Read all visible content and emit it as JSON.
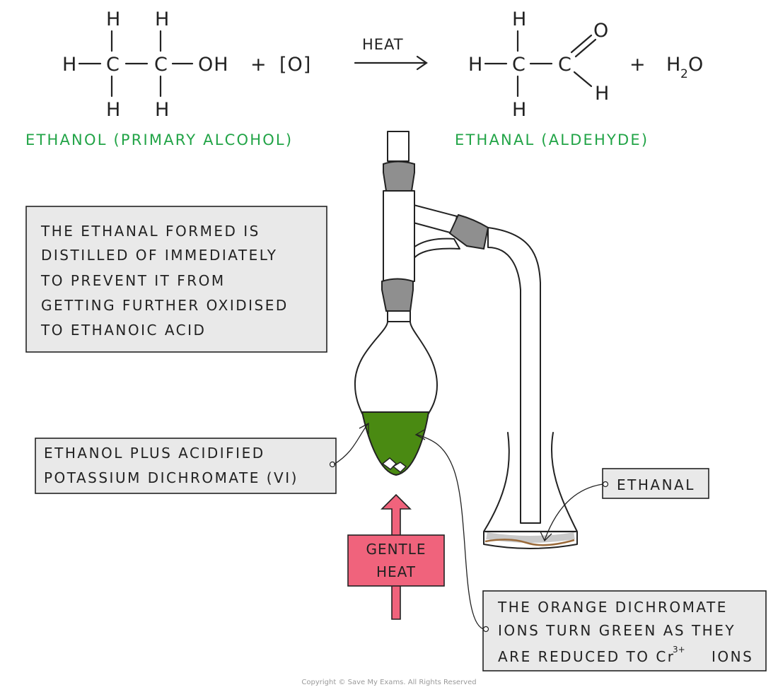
{
  "equation": {
    "h": "H",
    "c": "C",
    "oh": "OH",
    "o": "O",
    "plus": "+",
    "oxygen": "[O]",
    "arrow_label": "HEAT",
    "water_main": "H",
    "water_sub": "2",
    "water_o": "O",
    "reactant_name": "ETHANOL  (PRIMARY  ALCOHOL)",
    "product_name": "ETHANAL  (ALDEHYDE)"
  },
  "notes": {
    "distil_lines": [
      "THE  ETHANAL  FORMED  IS",
      "DISTILLED  OF  IMMEDIATELY",
      "TO  PREVENT  IT  FROM",
      "GETTING  FURTHER  OXIDISED",
      "TO  ETHANOIC  ACID"
    ],
    "mixture_lines": [
      "ETHANOL  PLUS  ACIDIFIED",
      "POTASSIUM  DICHROMATE  (VI)"
    ],
    "product_label": "ETHANAL",
    "heat_lines": [
      "GENTLE",
      "HEAT"
    ],
    "dichromate_line1": "THE  ORANGE  DICHROMATE",
    "dichromate_line2": "IONS  TURN  GREEN  AS  THEY",
    "dichromate_line3a": "ARE  REDUCED  TO  Cr",
    "dichromate_sup": "3+",
    "dichromate_line3b": "IONS"
  },
  "footer": {
    "copyright": "Copyright © Save My Exams. All Rights Reserved"
  },
  "colors": {
    "label_green": "#22a447",
    "solution_green": "#4a8a12",
    "heat_arrow": "#f0637c",
    "clip_grey": "#8f8f8f",
    "box_fill": "#e9e9e9",
    "distillate_brown": "#9a6a3a"
  },
  "icons": [
    "heat-arrow-icon",
    "reaction-arrow-icon"
  ]
}
